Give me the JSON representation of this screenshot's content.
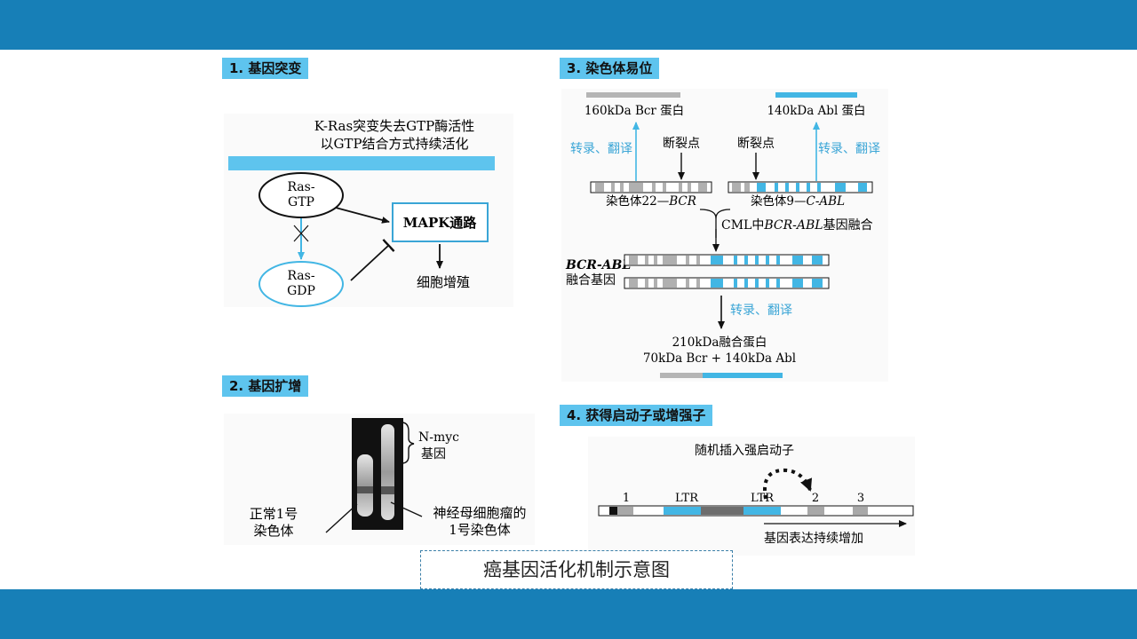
{
  "sections": {
    "s1": {
      "title": "1. 基因突变",
      "note_line1": "K-Ras突变失去GTP酶活性",
      "note_line2": "以GTP结合方式持续活化",
      "ras_gtp_line1": "Ras-",
      "ras_gtp_line2": "GTP",
      "ras_gdp_line1": "Ras-",
      "ras_gdp_line2": "GDP",
      "mapk": "MAPK通路",
      "proliferation": "细胞增殖"
    },
    "s2": {
      "title": "2. 基因扩增",
      "nmyc_line1": "N-myc",
      "nmyc_line2": "基因",
      "normal_line1": "正常1号",
      "normal_line2": "染色体",
      "neuro_line1": "神经母细胞瘤的",
      "neuro_line2": "1号染色体"
    },
    "s3": {
      "title": "3. 染色体易位",
      "bcr_protein": "160kDa Bcr 蛋白",
      "abl_protein": "140kDa Abl 蛋白",
      "transcribe_left": "转录、翻译",
      "transcribe_right": "转录、翻译",
      "transcribe_bottom": "转录、翻译",
      "breakpoint_left": "断裂点",
      "breakpoint_right": "断裂点",
      "chr22_prefix": "染色体22—",
      "chr22_gene": "BCR",
      "chr9_prefix": "染色体9—",
      "chr9_gene": "C-ABL",
      "fusion_prefix": "CML中",
      "fusion_gene": "BCR-ABL",
      "fusion_suffix": "基因融合",
      "fusion_label_line1": "BCR-ABL",
      "fusion_label_line2": "融合基因",
      "fusion_protein_line1": "210kDa融合蛋白",
      "fusion_protein_line2": "70kDa Bcr + 140kDa Abl"
    },
    "s4": {
      "title": "4. 获得启动子或增强子",
      "insert_label": "随机插入强启动子",
      "exon1": "1",
      "ltr1": "LTR",
      "ltr2": "LTR",
      "exon2": "2",
      "exon3": "3",
      "expression_label": "基因表达持续增加"
    }
  },
  "caption": "癌基因活化机制示意图",
  "colors": {
    "band": "#177fb7",
    "title_bg": "#5ec4ee",
    "accent_blue": "#42b6e4",
    "gray_segment": "#b0b0b0",
    "dark_segment": "#6d6d6d"
  }
}
